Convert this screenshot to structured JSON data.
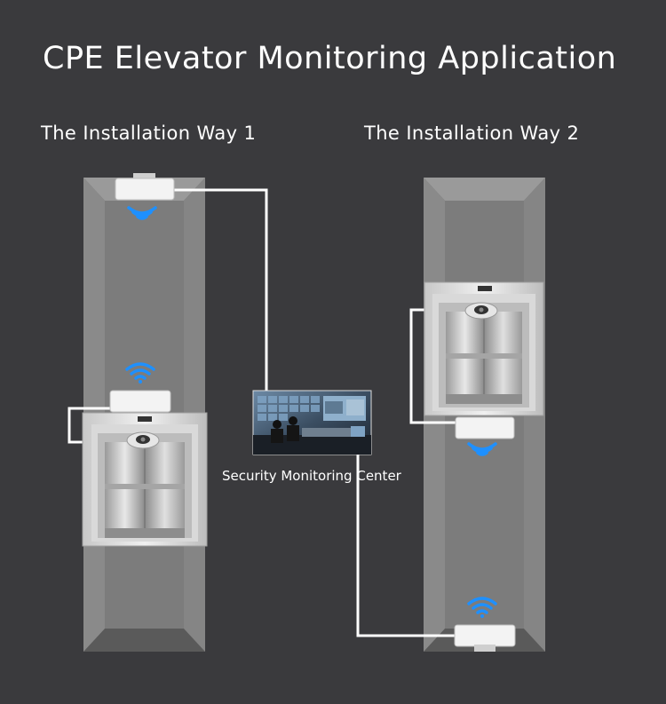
{
  "title": "CPE Elevator Monitoring Application",
  "way1": {
    "label": "The Installation Way 1"
  },
  "way2": {
    "label": "The Installation Way 2"
  },
  "center": {
    "label": "Security Monitoring Center"
  },
  "colors": {
    "background": "#3a3a3d",
    "shaft": "#7a7a7a",
    "wire": "#ffffff",
    "wifi": "#1e90ff",
    "cpe": "#f4f4f4"
  }
}
